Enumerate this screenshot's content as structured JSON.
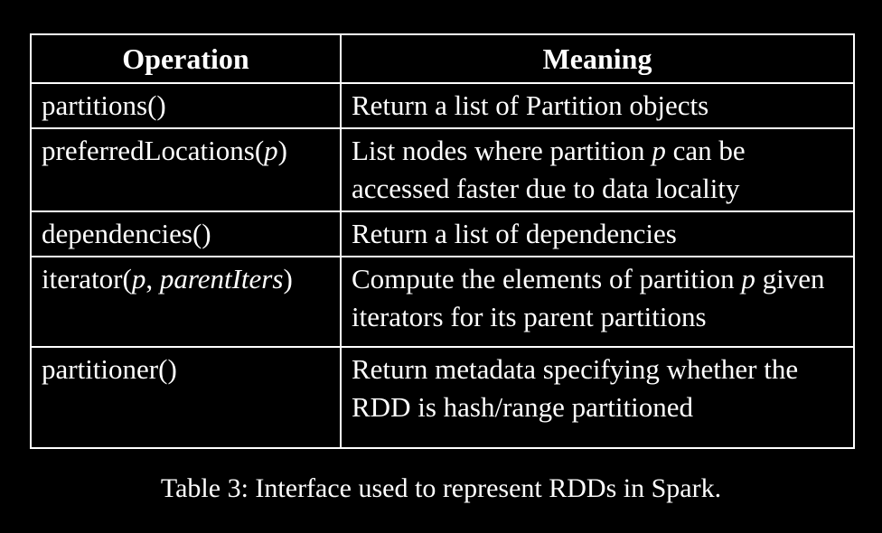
{
  "colors": {
    "background": "#000000",
    "text": "#ffffff",
    "border": "#ffffff"
  },
  "table": {
    "columns": [
      {
        "label": "Operation"
      },
      {
        "label": "Meaning"
      }
    ],
    "rows": [
      {
        "operation": [
          {
            "t": "partitions()",
            "i": false
          }
        ],
        "meaning": [
          {
            "t": "Return a list of Partition objects",
            "i": false
          }
        ]
      },
      {
        "operation": [
          {
            "t": "preferredLocations(",
            "i": false
          },
          {
            "t": "p",
            "i": true
          },
          {
            "t": ")",
            "i": false
          }
        ],
        "meaning": [
          {
            "t": "List nodes where partition ",
            "i": false
          },
          {
            "t": "p",
            "i": true
          },
          {
            "t": " can be accessed faster due to data locality",
            "i": false
          }
        ]
      },
      {
        "operation": [
          {
            "t": "dependencies()",
            "i": false
          }
        ],
        "meaning": [
          {
            "t": "Return a list of dependencies",
            "i": false
          }
        ]
      },
      {
        "operation": [
          {
            "t": "iterator(",
            "i": false
          },
          {
            "t": "p",
            "i": true
          },
          {
            "t": ", ",
            "i": false
          },
          {
            "t": "parentIters",
            "i": true
          },
          {
            "t": ")",
            "i": false
          }
        ],
        "meaning": [
          {
            "t": "Compute the elements of partition ",
            "i": false
          },
          {
            "t": "p",
            "i": true
          },
          {
            "t": " given iterators for its parent partitions",
            "i": false
          }
        ]
      },
      {
        "operation": [
          {
            "t": "partitioner()",
            "i": false
          }
        ],
        "meaning": [
          {
            "t": "Return metadata specifying whether the RDD is hash/range partitioned",
            "i": false
          }
        ]
      }
    ]
  },
  "caption": "Table 3: Interface used to represent RDDs in Spark."
}
